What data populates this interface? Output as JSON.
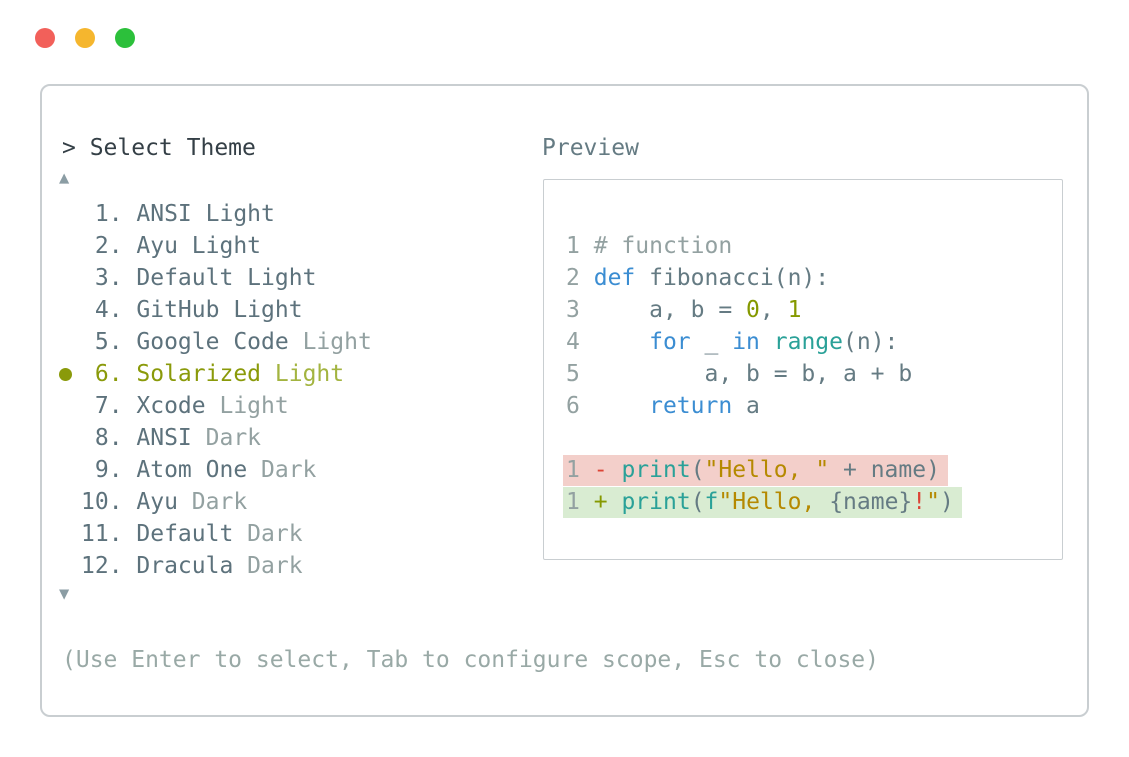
{
  "window": {
    "background": "#ffffff",
    "traffic_lights": [
      {
        "name": "close",
        "color": "#f2605a"
      },
      {
        "name": "minimize",
        "color": "#f5b62e"
      },
      {
        "name": "maximize",
        "color": "#2cc03b"
      }
    ]
  },
  "prompt": {
    "title": "> Select Theme",
    "scroll_up": "▲",
    "scroll_down": "▼",
    "hint": "(Use Enter to select, Tab to configure scope, Esc to close)"
  },
  "theme_list": {
    "selected_number": 6,
    "items": [
      {
        "number": "1.",
        "name": "ANSI",
        "variant": "Light",
        "variant_muted": false,
        "selected": false
      },
      {
        "number": "2.",
        "name": "Ayu",
        "variant": "Light",
        "variant_muted": false,
        "selected": false
      },
      {
        "number": "3.",
        "name": "Default",
        "variant": "Light",
        "variant_muted": false,
        "selected": false
      },
      {
        "number": "4.",
        "name": "GitHub",
        "variant": "Light",
        "variant_muted": false,
        "selected": false
      },
      {
        "number": "5.",
        "name": "Google Code",
        "variant": "Light",
        "variant_muted": true,
        "selected": false
      },
      {
        "number": "6.",
        "name": "Solarized",
        "variant": "Light",
        "variant_muted": false,
        "selected": true
      },
      {
        "number": "7.",
        "name": "Xcode",
        "variant": "Light",
        "variant_muted": true,
        "selected": false
      },
      {
        "number": "8.",
        "name": "ANSI",
        "variant": "Dark",
        "variant_muted": true,
        "selected": false
      },
      {
        "number": "9.",
        "name": "Atom One",
        "variant": "Dark",
        "variant_muted": true,
        "selected": false
      },
      {
        "number": "10.",
        "name": "Ayu",
        "variant": "Dark",
        "variant_muted": true,
        "selected": false
      },
      {
        "number": "11.",
        "name": "Default",
        "variant": "Dark",
        "variant_muted": true,
        "selected": false
      },
      {
        "number": "12.",
        "name": "Dracula",
        "variant": "Dark",
        "variant_muted": true,
        "selected": false
      }
    ]
  },
  "preview": {
    "label": "Preview",
    "code_lines": [
      {
        "diff": null,
        "tokens": [
          {
            "c": "ln",
            "t": "1"
          },
          {
            "c": "fg",
            "t": " "
          },
          {
            "c": "cm",
            "t": "# function"
          }
        ]
      },
      {
        "diff": null,
        "tokens": [
          {
            "c": "ln",
            "t": "2"
          },
          {
            "c": "fg",
            "t": " "
          },
          {
            "c": "kw",
            "t": "def"
          },
          {
            "c": "fg",
            "t": " fibonacci(n):"
          }
        ]
      },
      {
        "diff": null,
        "tokens": [
          {
            "c": "ln",
            "t": "3"
          },
          {
            "c": "fg",
            "t": "     a, b = "
          },
          {
            "c": "grn",
            "t": "0"
          },
          {
            "c": "fg",
            "t": ", "
          },
          {
            "c": "grn",
            "t": "1"
          }
        ]
      },
      {
        "diff": null,
        "tokens": [
          {
            "c": "ln",
            "t": "4"
          },
          {
            "c": "fg",
            "t": "     "
          },
          {
            "c": "kw",
            "t": "for"
          },
          {
            "c": "fg",
            "t": " _ "
          },
          {
            "c": "kw",
            "t": "in"
          },
          {
            "c": "fg",
            "t": " "
          },
          {
            "c": "cy",
            "t": "range"
          },
          {
            "c": "fg",
            "t": "(n):"
          }
        ]
      },
      {
        "diff": null,
        "tokens": [
          {
            "c": "ln",
            "t": "5"
          },
          {
            "c": "fg",
            "t": "         a, b = b, a + b"
          }
        ]
      },
      {
        "diff": null,
        "tokens": [
          {
            "c": "ln",
            "t": "6"
          },
          {
            "c": "fg",
            "t": "     "
          },
          {
            "c": "kw",
            "t": "return"
          },
          {
            "c": "fg",
            "t": " a"
          }
        ]
      },
      {
        "diff": null,
        "tokens": []
      },
      {
        "diff": "removed",
        "tokens": [
          {
            "c": "ln",
            "t": "1"
          },
          {
            "c": "fg",
            "t": " "
          },
          {
            "c": "red",
            "t": "-"
          },
          {
            "c": "fg",
            "t": " "
          },
          {
            "c": "cy",
            "t": "print"
          },
          {
            "c": "fg",
            "t": "("
          },
          {
            "c": "str",
            "t": "\"Hello, \""
          },
          {
            "c": "fg",
            "t": " + name)"
          }
        ]
      },
      {
        "diff": "added",
        "tokens": [
          {
            "c": "ln",
            "t": "1"
          },
          {
            "c": "fg",
            "t": " "
          },
          {
            "c": "grn",
            "t": "+"
          },
          {
            "c": "fg",
            "t": " "
          },
          {
            "c": "cy",
            "t": "print"
          },
          {
            "c": "fg",
            "t": "("
          },
          {
            "c": "cy",
            "t": "f"
          },
          {
            "c": "str",
            "t": "\"Hello, "
          },
          {
            "c": "fg",
            "t": "{name}"
          },
          {
            "c": "red",
            "t": "!"
          },
          {
            "c": "str",
            "t": "\""
          },
          {
            "c": "fg",
            "t": ")"
          }
        ]
      }
    ]
  },
  "colors": {
    "panel_border": "#c9ced1",
    "title_text": "#343f46",
    "list_text": "#5d727c",
    "muted_text": "#93a1a1",
    "selected_text": "#8a9a0a",
    "selected_variant": "#a3b440",
    "indicator": "#8b9da4",
    "hint_text": "#99a9a6",
    "code_fg": "#657b83",
    "code_line_number": "#93a1a1",
    "code_comment": "#93a1a1",
    "code_keyword": "#3b8dd2",
    "code_function": "#2aa198",
    "code_number": "#859900",
    "code_string": "#b58900",
    "code_red": "#dc4436",
    "diff_removed_bg": "#f3cfca",
    "diff_added_bg": "#d9ecd2"
  }
}
